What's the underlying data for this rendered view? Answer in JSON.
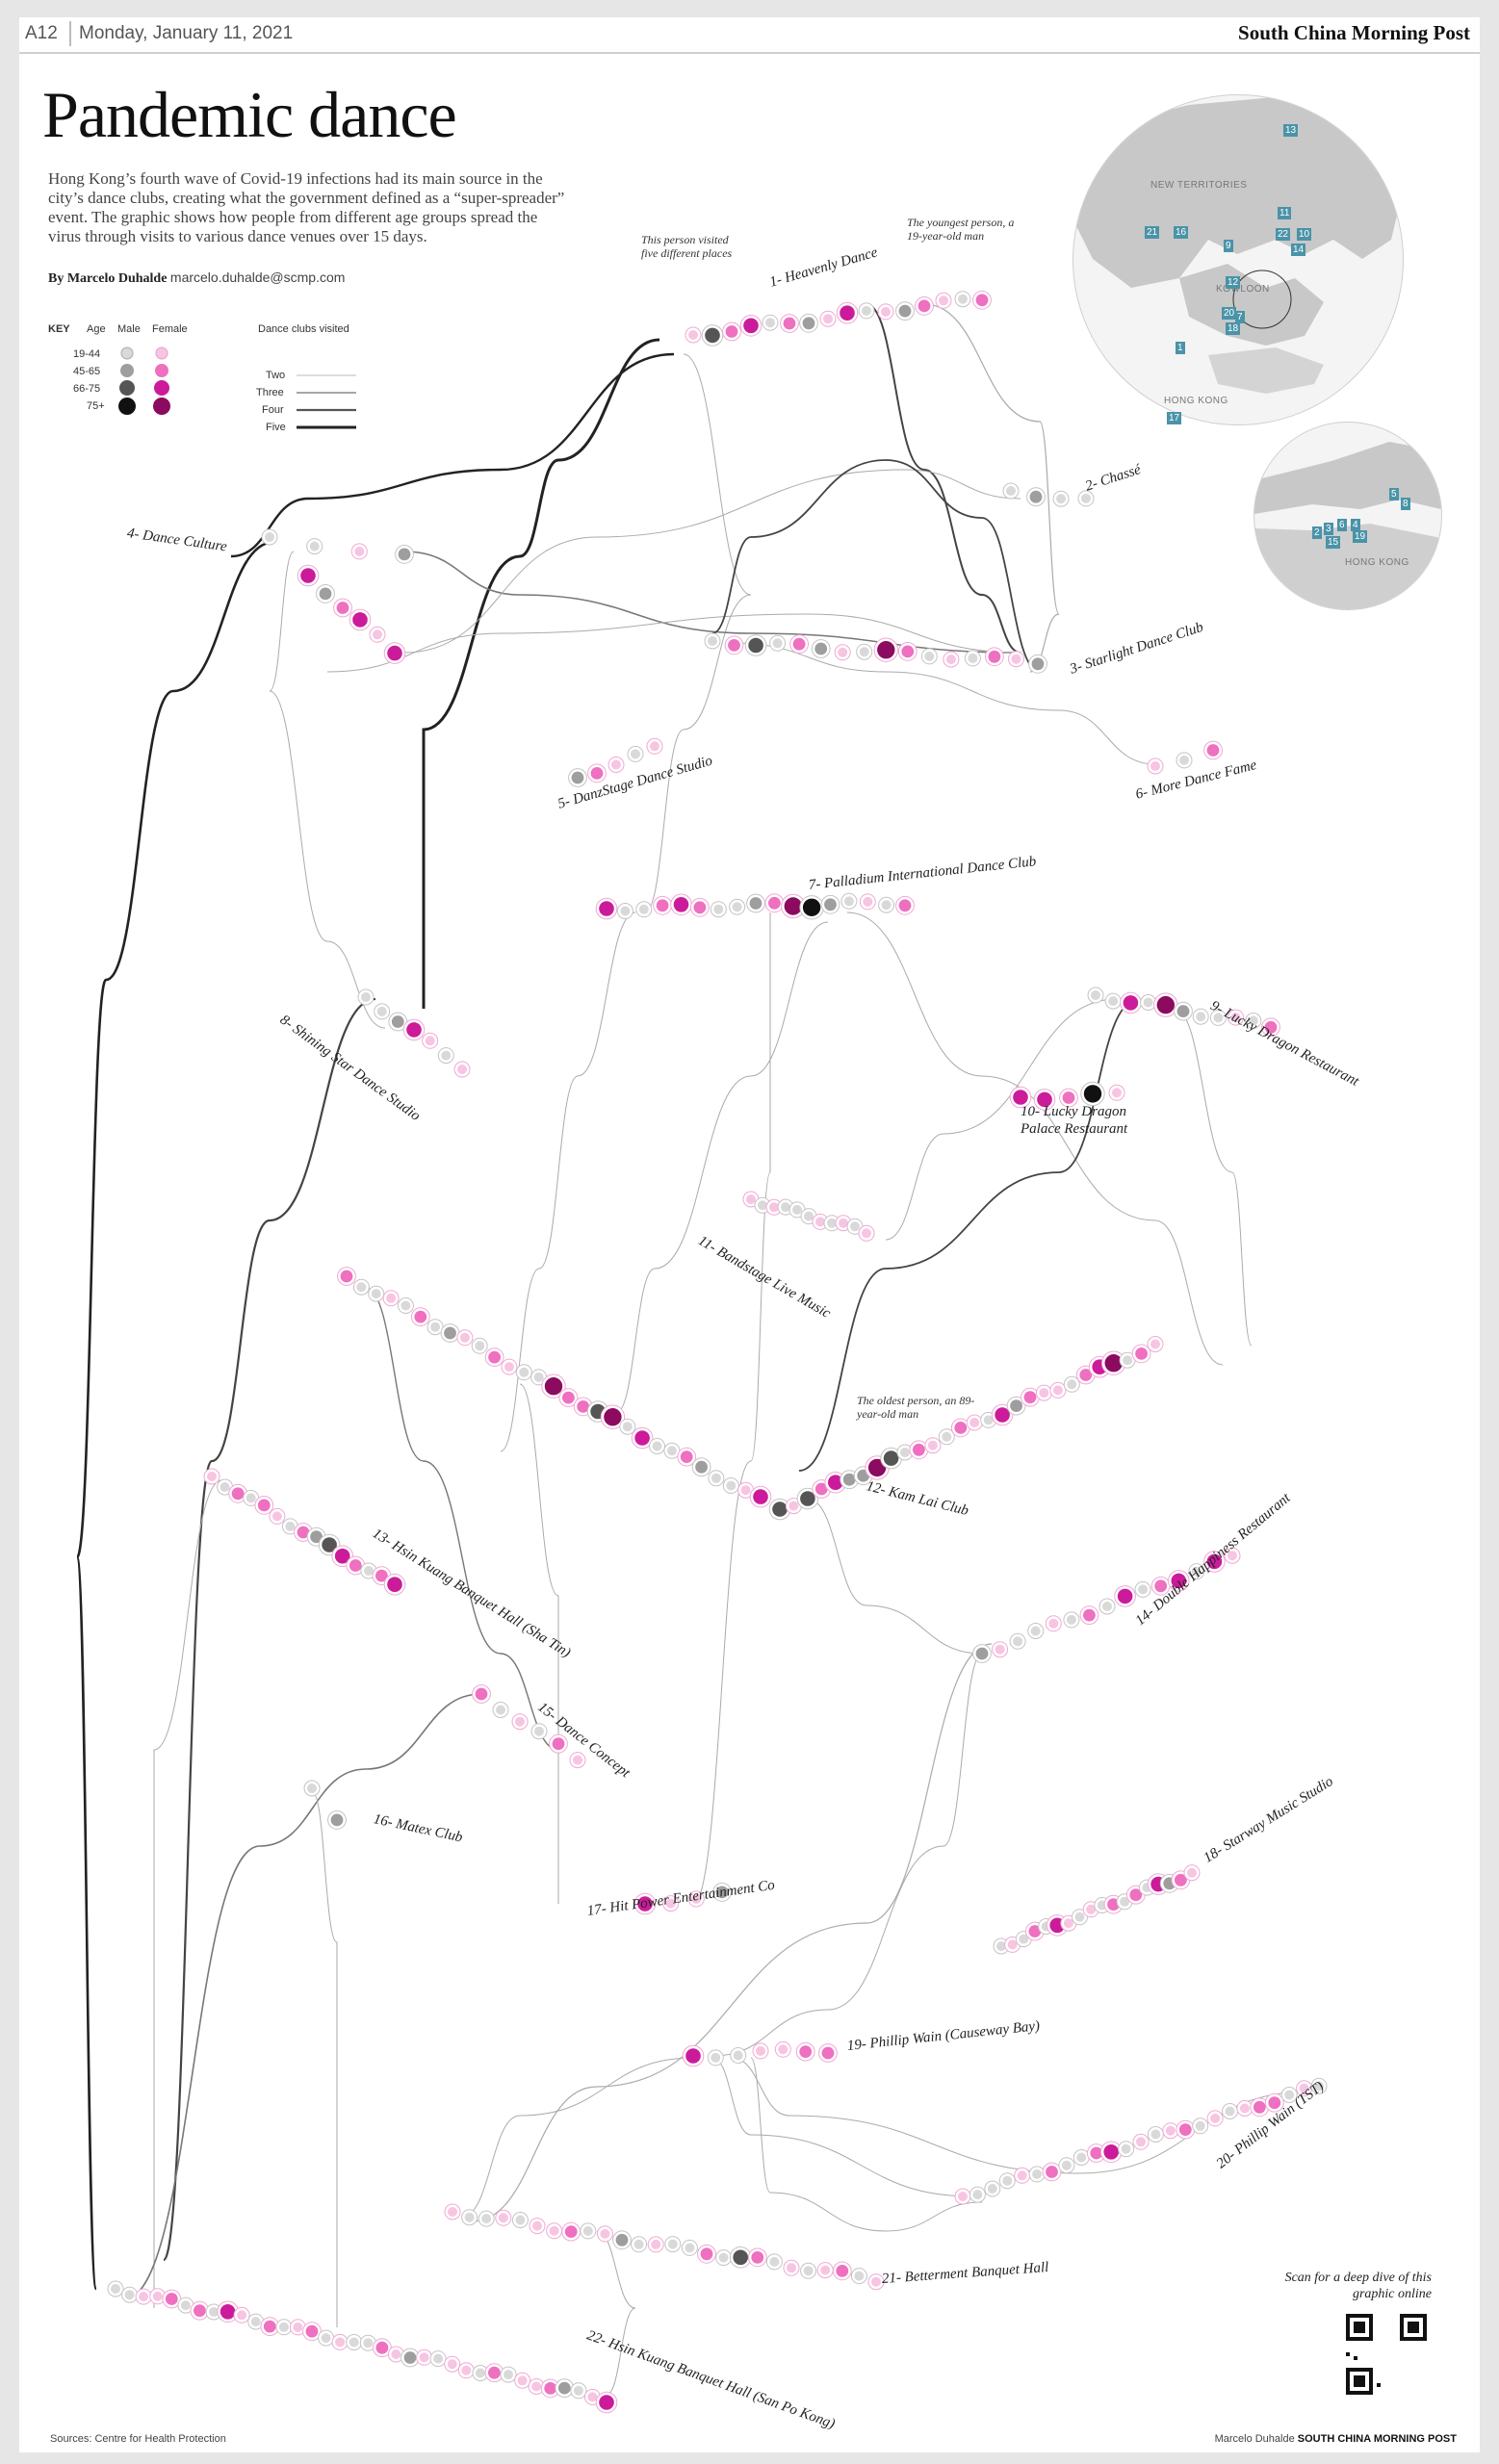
{
  "header": {
    "page_number": "A12",
    "date": "Monday, January 11, 2021",
    "publication": "South China Morning Post"
  },
  "title": "Pandemic dance",
  "intro": "Hong Kong’s fourth wave of Covid-19 infections had its main source in the city’s dance clubs, creating what the government defined as a “super-spreader” event. The graphic shows how people from different age groups spread the virus through visits to various dance venues over 15 days.",
  "byline": {
    "prefix": "By Marcelo Duhalde",
    "email": "marcelo.duhalde@scmp.com"
  },
  "key": {
    "heading": "KEY",
    "age_label": "Age",
    "male_label": "Male",
    "female_label": "Female",
    "age_groups": [
      "19-44",
      "45-65",
      "66-75",
      "75+"
    ],
    "clubs_heading": "Dance clubs visited",
    "clubs_visited": [
      "Two",
      "Three",
      "Four",
      "Five"
    ]
  },
  "colors": {
    "male": [
      "#d9d9d9",
      "#9e9e9e",
      "#555555",
      "#111111"
    ],
    "female": [
      "#f7c4e2",
      "#ef6fc0",
      "#cc1b9a",
      "#8c0a5f"
    ],
    "map_land": "#c8c8c8",
    "map_pin": "#4a93a8"
  },
  "annotations": {
    "five_places": "This person visited five different places",
    "youngest": "The youngest person, a 19-year-old man",
    "oldest": "The oldest person, an 89-year-old man"
  },
  "venues": [
    {
      "label": "1- Heavenly Dance"
    },
    {
      "label": "2- Chassé"
    },
    {
      "label": "3- Starlight Dance Club"
    },
    {
      "label": "4- Dance Culture"
    },
    {
      "label": "5- DanzStage Dance Studio"
    },
    {
      "label": "6- More Dance Fame"
    },
    {
      "label": "7- Palladium International Dance Club"
    },
    {
      "label": "8- Shining Star Dance Studio"
    },
    {
      "label": "9- Lucky Dragon Restaurant"
    },
    {
      "label": "10- Lucky Dragon Palace Restaurant"
    },
    {
      "label": "11- Bandstage Live Music"
    },
    {
      "label": "12- Kam Lai Club"
    },
    {
      "label": "13- Hsin Kuang Banquet Hall (Sha Tin)"
    },
    {
      "label": "14- Double Happiness Restaurant"
    },
    {
      "label": "15- Dance Concept"
    },
    {
      "label": "16- Matex Club"
    },
    {
      "label": "17- Hit Power Entertainment Co"
    },
    {
      "label": "18- Starway Music Studio"
    },
    {
      "label": "19- Phillip Wain (Causeway Bay)"
    },
    {
      "label": "20- Phillip Wain (TST)"
    },
    {
      "label": "21- Betterment Banquet Hall"
    },
    {
      "label": "22- Hsin Kuang Banquet Hall (San Po Kong)"
    }
  ],
  "map": {
    "labels": [
      "NEW TERRITORIES",
      "KOWLOON",
      "HONG KONG"
    ],
    "inset_label": "HONG KONG",
    "pins": [
      "13",
      "11",
      "21",
      "16",
      "22",
      "10",
      "9",
      "14",
      "12",
      "20",
      "7",
      "18",
      "1",
      "17"
    ],
    "inset_pins": [
      "5",
      "8",
      "2",
      "3",
      "6",
      "4",
      "19",
      "15"
    ]
  },
  "qr_text": "Scan for a deep dive of this graphic online",
  "sources": "Sources: Centre for Health Protection",
  "credit": {
    "author": "Marcelo Duhalde",
    "publication": "SOUTH CHINA MORNING POST"
  }
}
